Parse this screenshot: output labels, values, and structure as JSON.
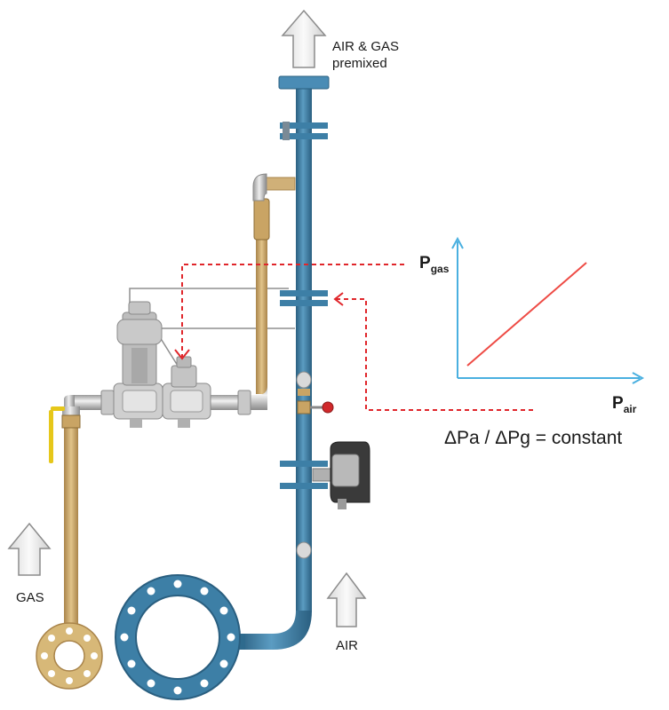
{
  "flows": {
    "top_line1": "AIR & GAS",
    "top_line2": "premixed",
    "gas": "GAS",
    "air": "AIR"
  },
  "graph": {
    "y_axis_main": "P",
    "y_axis_sub": "gas",
    "x_axis_main": "P",
    "x_axis_sub": "air",
    "formula": "ΔPa / ΔPg = constant"
  },
  "colors": {
    "air_pipe": "#3d7fa6",
    "gas_pipe": "#c9a464",
    "signal_line": "#e0262b",
    "axis": "#4ab0e0",
    "graph_line": "#ee4b45",
    "arrow_fill": "#ededed",
    "valve_gray": "#b8b8b8"
  }
}
